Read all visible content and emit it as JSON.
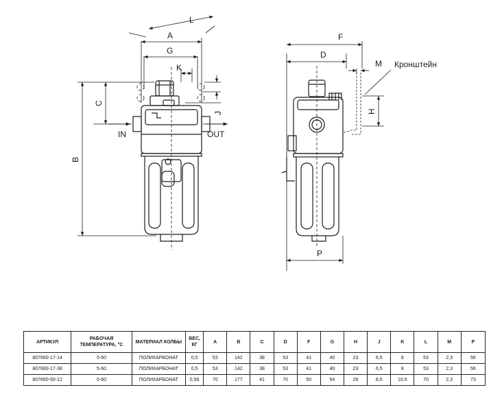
{
  "drawing": {
    "dimension_letters": [
      "L",
      "A",
      "G",
      "K",
      "C",
      "B",
      "J",
      "F",
      "D",
      "M",
      "H",
      "P"
    ],
    "port_in": "IN",
    "port_out": "OUT",
    "bracket_label": "Кронштейн"
  },
  "table": {
    "headers": [
      "АРТИКУЛ",
      "РАБОЧАЯ ТЕМПЕРАТУРА, °С",
      "МАТЕРИАЛ КОЛБЫ",
      "ВЕС, КГ",
      "A",
      "B",
      "C",
      "D",
      "F",
      "G",
      "H",
      "J",
      "K",
      "L",
      "M",
      "P"
    ],
    "rows": [
      [
        "807660-17-14",
        "5-60",
        "ПОЛИКАРБОНАТ",
        "0,5",
        "53",
        "142",
        "38",
        "53",
        "41",
        "40",
        "23",
        "6,5",
        "8",
        "53",
        "2,3",
        "56"
      ],
      [
        "807660-17-38",
        "5-60",
        "ПОЛИКАРБОНАТ",
        "0,5",
        "53",
        "142",
        "38",
        "53",
        "41",
        "40",
        "23",
        "6,5",
        "8",
        "53",
        "2,3",
        "56"
      ],
      [
        "807660-50-12",
        "5-60",
        "ПОЛИКАРБОНАТ",
        "0,56",
        "70",
        "177",
        "41",
        "70",
        "50",
        "54",
        "26",
        "8,5",
        "10,5",
        "70",
        "2,3",
        "73"
      ]
    ]
  }
}
